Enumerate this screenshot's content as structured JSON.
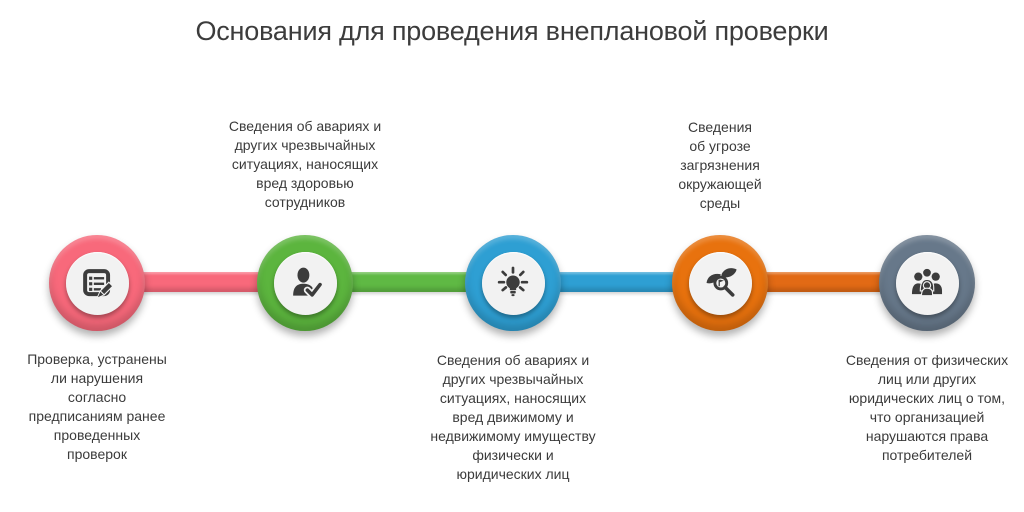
{
  "title": "Основания для проведения внеплановой проверки",
  "colors": {
    "pink": "#F8697B",
    "green": "#5CB53E",
    "blue": "#2E9FD3",
    "orange": "#E26A15",
    "slate": "#67788A",
    "icon": "#3C3C3C",
    "inner_circle": "#F2F2F2",
    "text": "#3B3B3B"
  },
  "timeline": {
    "nodes": [
      {
        "icon": "checklist-pencil-icon",
        "color": "#F8697B",
        "label_position": "below",
        "label": "Проверка, устранены\nли нарушения\nсогласно\nпредписаниям ранее\nпроведенных\nпроверок"
      },
      {
        "icon": "person-check-icon",
        "color": "#5CB53E",
        "label_position": "above",
        "label": "Сведения об авариях и\nдругих чрезвычайных\nситуациях, наносящих\nвред здоровью\nсотрудников"
      },
      {
        "icon": "lightbulb-icon",
        "color": "#2E9FD3",
        "label_position": "below",
        "label": "Сведения об авариях и\nдругих чрезвычайных\nситуациях, наносящих\nвред движимому и\nнедвижимому имуществу\nфизически и\nюридических лиц"
      },
      {
        "icon": "leaf-magnifier-icon",
        "color": "#E8720E",
        "label_position": "above",
        "label": "Сведения\nоб угрозе\nзагрязнения\nокружающей\nсреды"
      },
      {
        "icon": "people-group-icon",
        "color": "#67788A",
        "label_position": "below",
        "label": "Сведения от физических\nлиц или других\nюридических лиц о том,\nчто организацией\nнарушаются права\nпотребителей"
      }
    ],
    "connectors": [
      {
        "color": "#F8697B"
      },
      {
        "color": "#5FB944"
      },
      {
        "color": "#2E9FD3"
      },
      {
        "color": "#E26A15"
      }
    ]
  }
}
